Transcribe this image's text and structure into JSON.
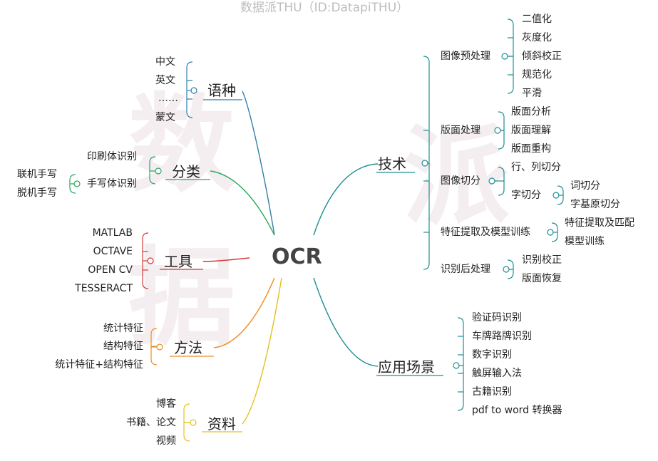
{
  "header": "数据派THU（ID:DatapiTHU）",
  "center": "OCR",
  "left": [
    {
      "label": "语种",
      "color": "#2f7fa8",
      "children": [
        {
          "label": "中文"
        },
        {
          "label": "英文"
        },
        {
          "label": "……"
        },
        {
          "label": "蒙文"
        }
      ]
    },
    {
      "label": "分类",
      "color": "#27a860",
      "children": [
        {
          "label": "印刷体识别"
        },
        {
          "label": "手写体识别",
          "children": [
            {
              "label": "联机手写"
            },
            {
              "label": "脱机手写"
            }
          ]
        }
      ]
    },
    {
      "label": "工具",
      "color": "#d13a3a",
      "children": [
        {
          "label": "MATLAB"
        },
        {
          "label": "OCTAVE"
        },
        {
          "label": "OPEN CV"
        },
        {
          "label": "TESSERACT"
        }
      ]
    },
    {
      "label": "方法",
      "color": "#ef8c22",
      "children": [
        {
          "label": "统计特征"
        },
        {
          "label": "结构特征"
        },
        {
          "label": "统计特征+结构特征"
        }
      ]
    },
    {
      "label": "资料",
      "color": "#e4c01d",
      "children": [
        {
          "label": "博客"
        },
        {
          "label": "书籍、论文"
        },
        {
          "label": "视频"
        }
      ]
    }
  ],
  "right": [
    {
      "label": "技术",
      "color": "#1f8f92",
      "children": [
        {
          "label": "图像预处理",
          "children": [
            {
              "label": "二值化"
            },
            {
              "label": "灰度化"
            },
            {
              "label": "倾斜校正"
            },
            {
              "label": "规范化"
            },
            {
              "label": "平滑"
            }
          ]
        },
        {
          "label": "版面处理",
          "children": [
            {
              "label": "版面分析"
            },
            {
              "label": "版面理解"
            },
            {
              "label": "版面重构"
            }
          ]
        },
        {
          "label": "图像切分",
          "children": [
            {
              "label": "行、列切分"
            },
            {
              "label": "字切分",
              "children": [
                {
                  "label": "词切分"
                },
                {
                  "label": "字基原切分"
                }
              ]
            }
          ]
        },
        {
          "label": "特征提取及模型训练",
          "children": [
            {
              "label": "特征提取及匹配"
            },
            {
              "label": "模型训练"
            }
          ]
        },
        {
          "label": "识别后处理",
          "children": [
            {
              "label": "识别校正"
            },
            {
              "label": "版面恢复"
            }
          ]
        }
      ]
    },
    {
      "label": "应用场景",
      "color": "#1f8f92",
      "children": [
        {
          "label": "验证码识别"
        },
        {
          "label": "车牌路牌识别"
        },
        {
          "label": "数字识别"
        },
        {
          "label": "触屏输入法"
        },
        {
          "label": "古籍识别"
        },
        {
          "label": "pdf to word 转换器"
        }
      ]
    }
  ],
  "watermark_text": "数据派"
}
